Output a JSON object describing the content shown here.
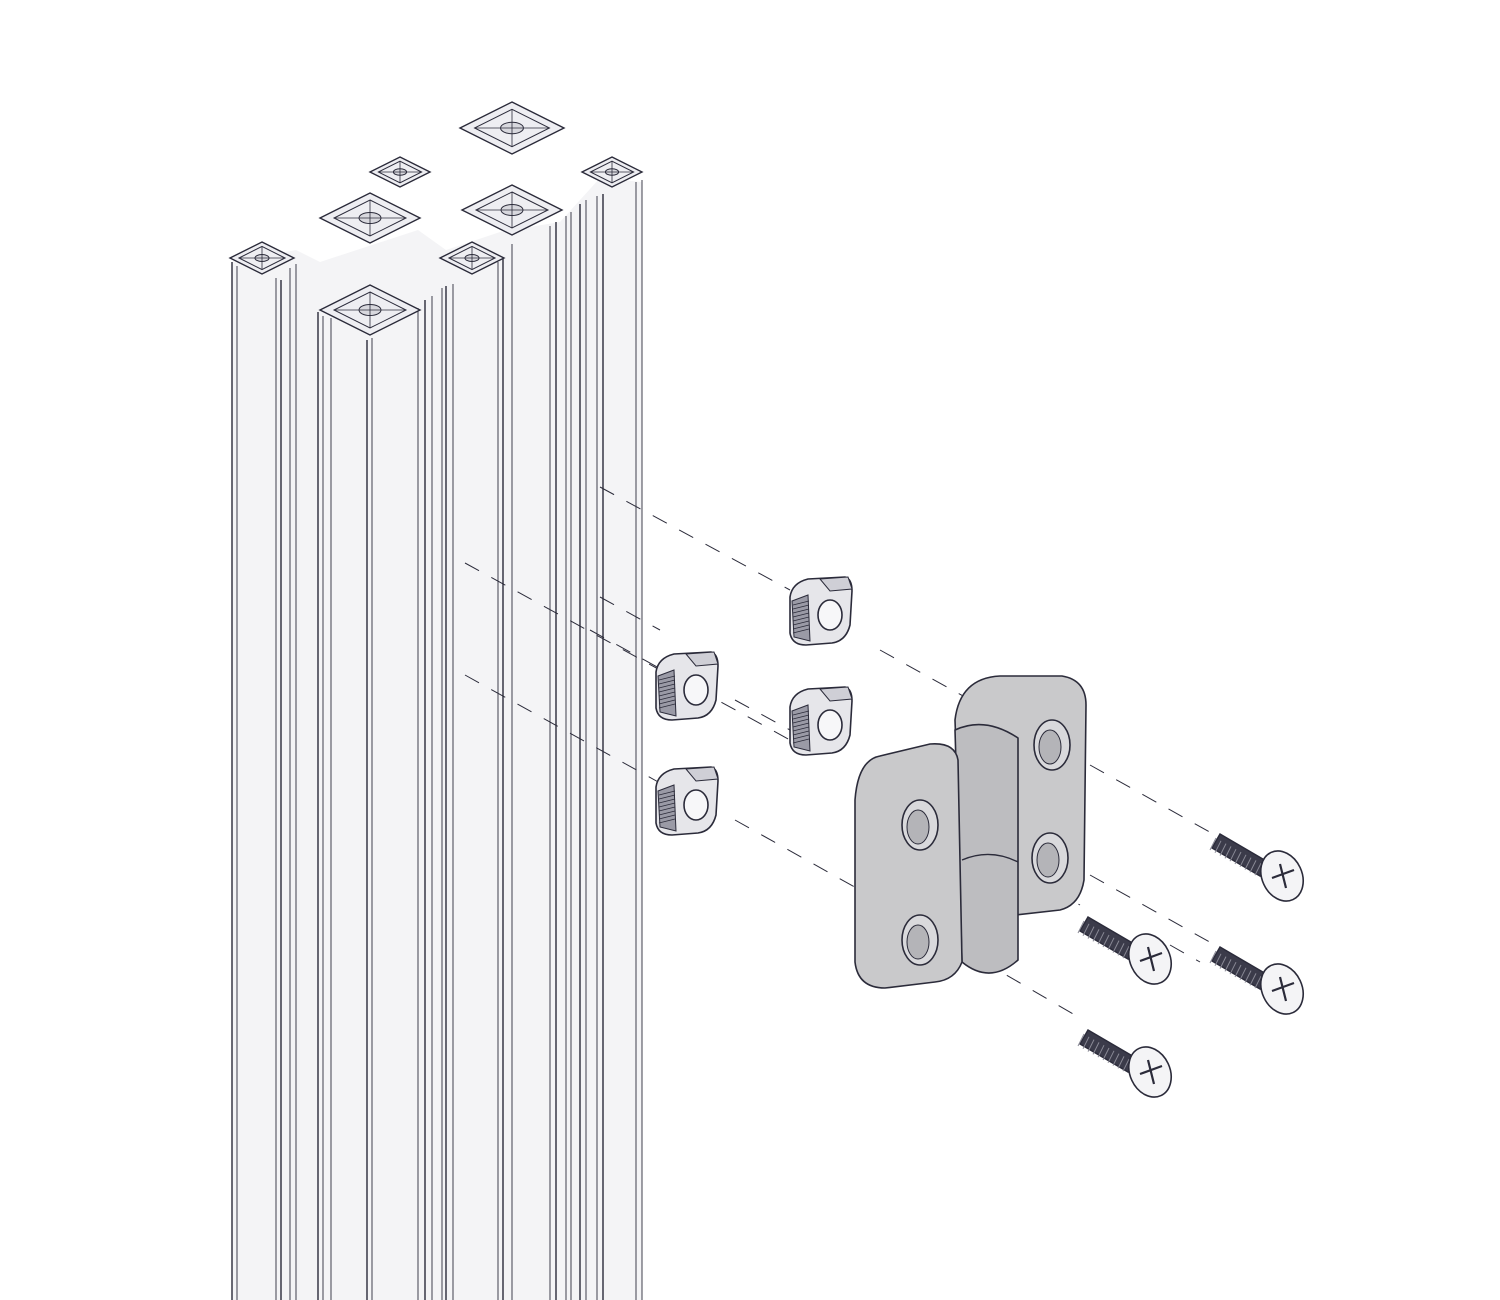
{
  "diagram": {
    "colors": {
      "outline": "#2b2b3a",
      "profile_fill": "#f4f4f6",
      "hinge_fill": "#c9c9cb",
      "nut_fill": "#e6e6ea",
      "screw_thread": "#2b2b3a",
      "background": "#ffffff"
    },
    "parts": {
      "profiles": 1,
      "t_nuts": 4,
      "hinge": 1,
      "screws": 4
    }
  }
}
